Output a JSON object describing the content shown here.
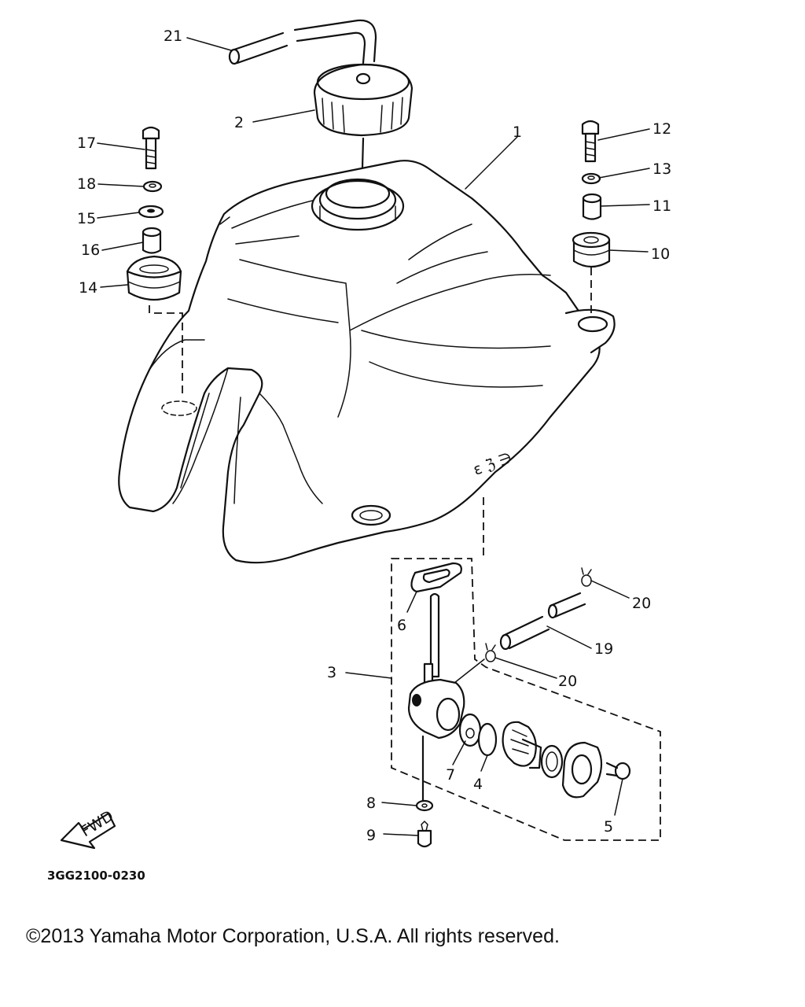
{
  "diagram": {
    "callouts": [
      {
        "id": "label-1",
        "text": "1"
      },
      {
        "id": "label-2",
        "text": "2"
      },
      {
        "id": "label-3",
        "text": "3"
      },
      {
        "id": "label-4",
        "text": "4"
      },
      {
        "id": "label-5",
        "text": "5"
      },
      {
        "id": "label-6",
        "text": "6"
      },
      {
        "id": "label-7",
        "text": "7"
      },
      {
        "id": "label-8",
        "text": "8"
      },
      {
        "id": "label-9",
        "text": "9"
      },
      {
        "id": "label-10",
        "text": "10"
      },
      {
        "id": "label-11",
        "text": "11"
      },
      {
        "id": "label-12",
        "text": "12"
      },
      {
        "id": "label-13",
        "text": "13"
      },
      {
        "id": "label-14",
        "text": "14"
      },
      {
        "id": "label-15",
        "text": "15"
      },
      {
        "id": "label-16",
        "text": "16"
      },
      {
        "id": "label-17",
        "text": "17"
      },
      {
        "id": "label-18",
        "text": "18"
      },
      {
        "id": "label-19",
        "text": "19"
      },
      {
        "id": "label-20a",
        "text": "20"
      },
      {
        "id": "label-20b",
        "text": "20"
      },
      {
        "id": "label-21",
        "text": "21"
      }
    ],
    "fwd_arrow_text": "FWD",
    "drawing_code": "3GG2100-0230"
  },
  "footer": {
    "copyright": "©2013 Yamaha Motor Corporation, U.S.A. All rights reserved."
  }
}
